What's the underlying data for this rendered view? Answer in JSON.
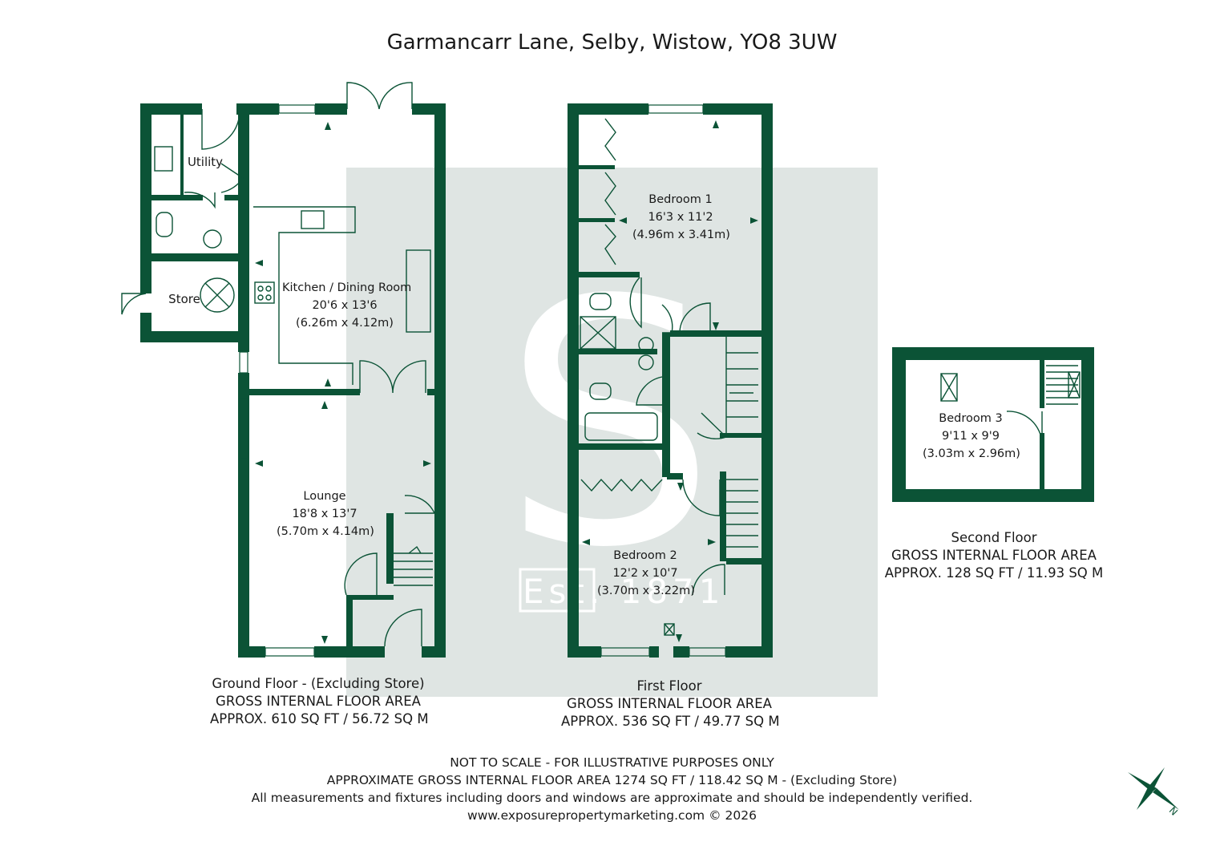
{
  "title": "Garmancarr Lane, Selby, Wistow, YO8 3UW",
  "colors": {
    "wall": "#0b5336",
    "fixture": "#0b5336",
    "watermark_block": "#dfe5e3",
    "text": "#1a1a1a"
  },
  "rooms": {
    "utility": {
      "name": "Utility"
    },
    "store": {
      "name": "Store"
    },
    "kitchen": {
      "name": "Kitchen / Dining Room",
      "imperial": "20'6 x 13'6",
      "metric": "(6.26m x 4.12m)"
    },
    "lounge": {
      "name": "Lounge",
      "imperial": "18'8 x 13'7",
      "metric": "(5.70m x 4.14m)"
    },
    "bedroom1": {
      "name": "Bedroom 1",
      "imperial": "16'3 x 11'2",
      "metric": "(4.96m x 3.41m)"
    },
    "bedroom2": {
      "name": "Bedroom 2",
      "imperial": "12'2 x 10'7",
      "metric": "(3.70m x 3.22m)"
    },
    "bedroom3": {
      "name": "Bedroom 3",
      "imperial": "9'11 x 9'9",
      "metric": "(3.03m x 2.96m)"
    }
  },
  "floors": {
    "ground": {
      "line1": "Ground Floor - (Excluding Store)",
      "line2": "GROSS INTERNAL FLOOR AREA",
      "line3": "APPROX. 610 SQ FT / 56.72 SQ M"
    },
    "first": {
      "line1": "First Floor",
      "line2": "GROSS INTERNAL FLOOR AREA",
      "line3": "APPROX. 536 SQ FT / 49.77 SQ M"
    },
    "second": {
      "line1": "Second Floor",
      "line2": "GROSS INTERNAL FLOOR AREA",
      "line3": "APPROX. 128 SQ FT / 11.93 SQ M"
    }
  },
  "watermark": {
    "text": "Est. 1871",
    "letter": "S"
  },
  "footer": {
    "line1": "NOT TO SCALE - FOR ILLUSTRATIVE PURPOSES ONLY",
    "line2": "APPROXIMATE GROSS INTERNAL FLOOR AREA 1274 SQ FT / 118.42 SQ M - (Excluding Store)",
    "line3": "All measurements and fixtures including doors and windows are approximate and should be independently verified.",
    "line4": "www.exposurepropertymarketing.com © 2026"
  },
  "compass": {
    "label": "N",
    "icon": "compass-rose-icon"
  }
}
